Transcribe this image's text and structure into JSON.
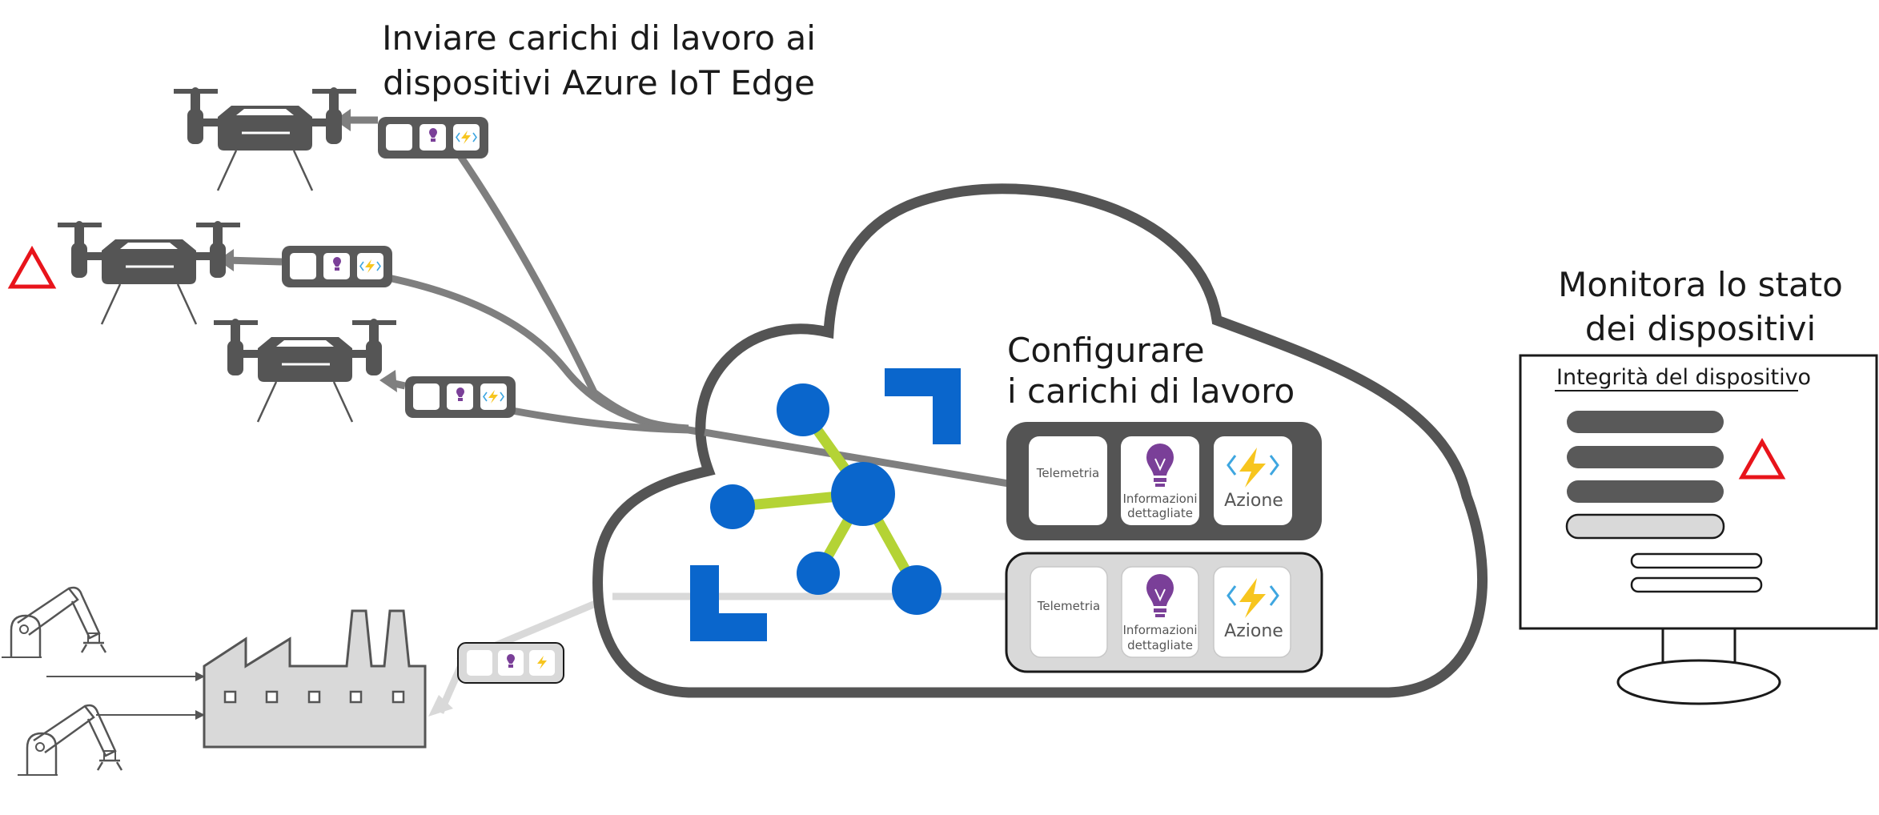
{
  "titles": {
    "deploy_line1": "Inviare carichi di lavoro ai",
    "deploy_line2": "dispositivi Azure IoT Edge",
    "configure_line1": "Configurare",
    "configure_line2": "i carichi di lavoro",
    "monitor_line1": "Monitora lo stato",
    "monitor_line2": "dei dispositivi"
  },
  "workload_cards": {
    "telemetry": "Telemetria",
    "insights_line1": "Informazioni",
    "insights_line2": "dettagliate",
    "action": "Azione"
  },
  "monitor": {
    "heading": "Integrità del dispositivo"
  },
  "colors": {
    "dark_gray": "#555555",
    "mid_gray": "#808080",
    "light_gray": "#d9d9d9",
    "azure_blue": "#0a66cc",
    "lime_green": "#b4d335",
    "insights_purple": "#7a3f98",
    "function_yellow": "#f7c51e",
    "function_blue": "#3ea6e0",
    "alert_red": "#e8141b"
  },
  "icons": [
    "drone-icon",
    "warning-icon",
    "factory-icon",
    "robot-arm-icon",
    "lightbulb-icon",
    "function-icon",
    "monitor-icon",
    "cloud-icon",
    "network-icon"
  ]
}
